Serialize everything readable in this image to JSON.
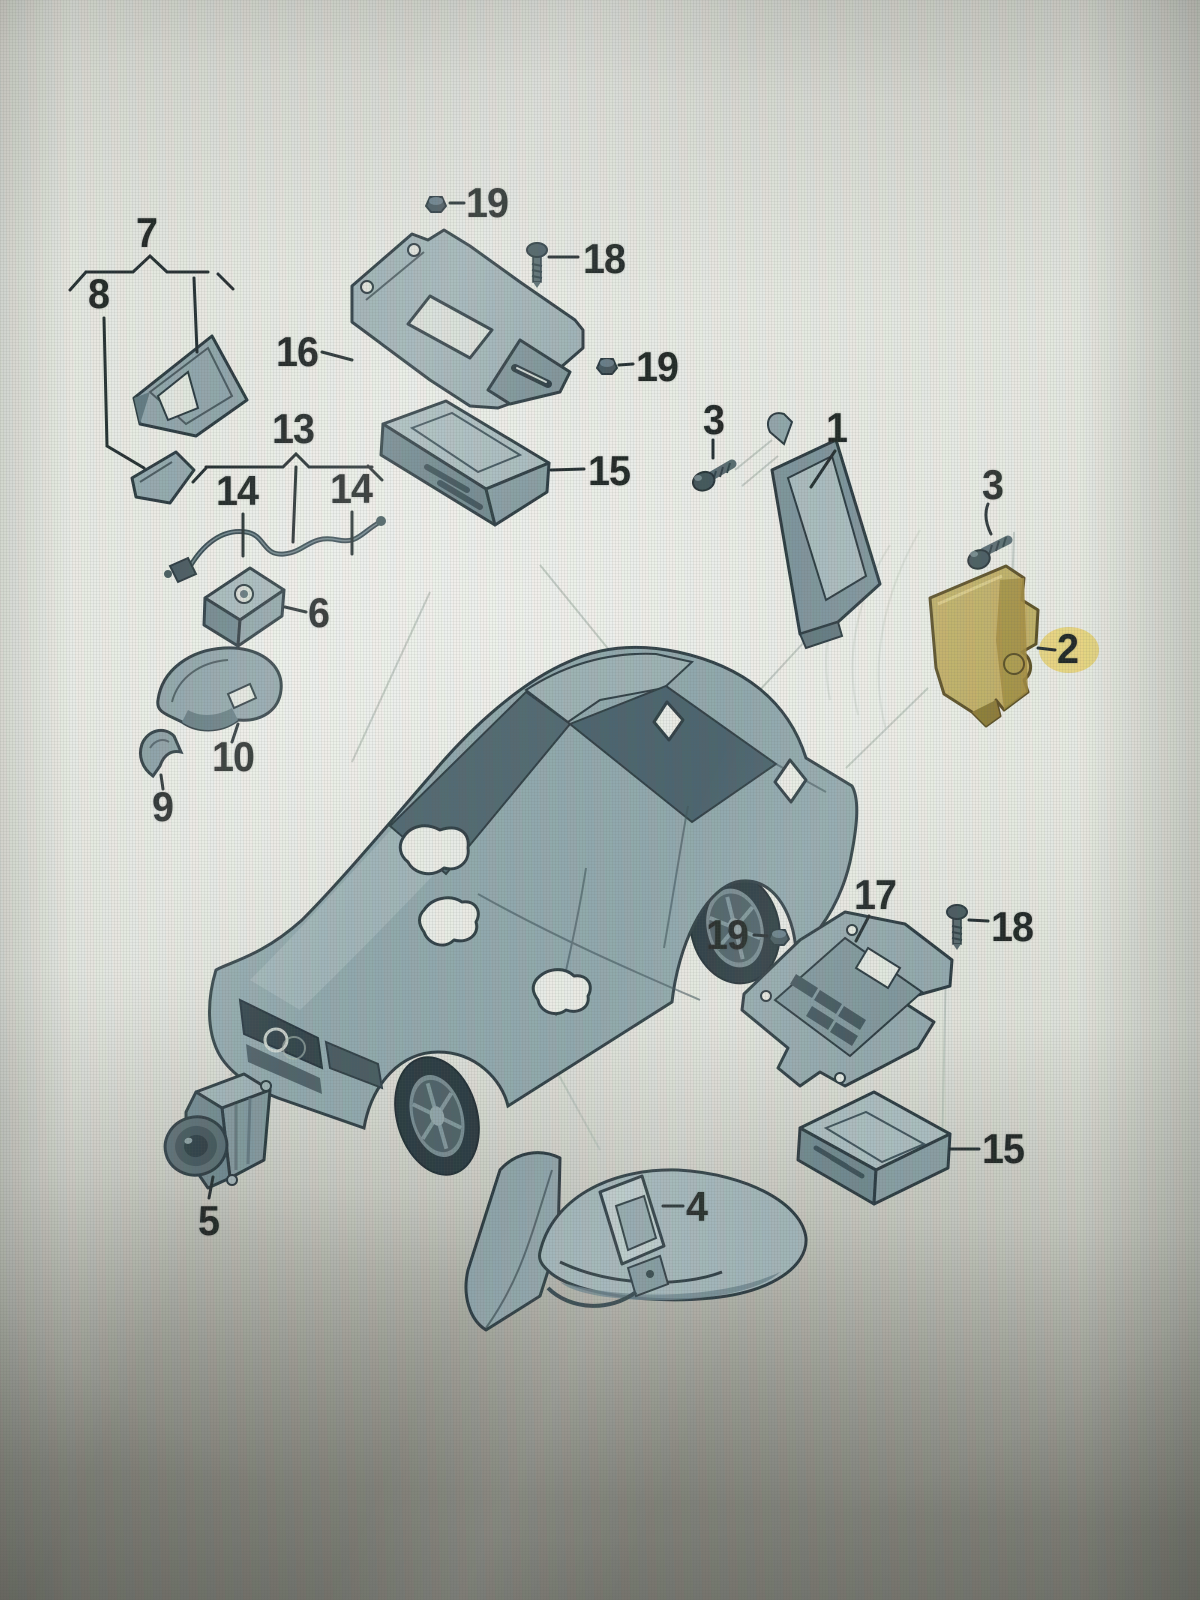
{
  "page": {
    "type": "exploded-parts-diagram",
    "subject": "sedan driver-assistance components",
    "colors": {
      "paper": "#e7eae1",
      "line": "#2b3b41",
      "part_fill": "#93abb1",
      "part_dark": "#5f777d",
      "highlight_part": "#bfae62",
      "highlight_glow": "#e7d26e",
      "label_text": "#1b2220"
    }
  },
  "icons": {
    "car": "sedan-illustration",
    "nut": "hex-nut-icon",
    "screw": "screw-icon",
    "camera": "camera-illustration",
    "mirror": "side-mirror-illustration"
  },
  "callouts": [
    "7",
    "8",
    "19",
    "18",
    "16",
    "19",
    "13",
    "14",
    "14",
    "15",
    "3",
    "1",
    "3",
    "2",
    "6",
    "10",
    "9",
    "17",
    "19",
    "18",
    "15",
    "5",
    "4"
  ]
}
